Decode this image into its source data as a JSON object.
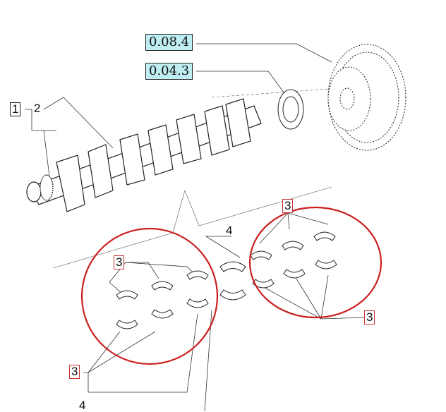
{
  "reference_boxes": [
    {
      "label": "0.08.4"
    },
    {
      "label": "0.04.3"
    }
  ],
  "callouts": {
    "c1": "1",
    "c2": "2",
    "c3_top": "3",
    "c3_left": "3",
    "c3_right": "3",
    "c3_bottom_left": "3",
    "c4_mid": "4",
    "c4_bottom": "4"
  },
  "colors": {
    "line": "#222222",
    "highlight_circle": "#cc1f1f",
    "ref_fill": "#bfeef2"
  }
}
